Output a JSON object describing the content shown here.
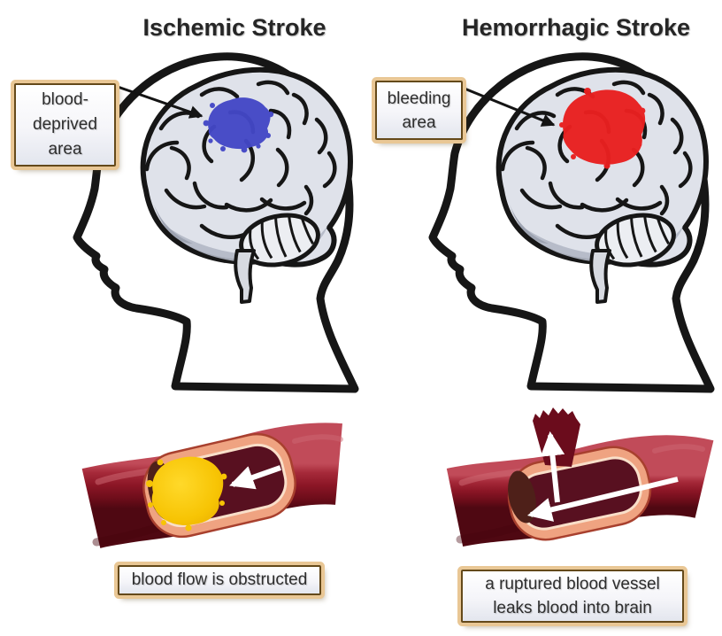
{
  "figure": {
    "left_panel": {
      "title": "Ischemic Stroke",
      "callout_lines": [
        "blood-",
        "deprived",
        "area"
      ],
      "caption_lines": [
        "blood flow is obstructed"
      ],
      "lesion_color": "#4347c6"
    },
    "right_panel": {
      "title": "Hemorrhagic Stroke",
      "callout_lines": [
        "bleeding",
        "area"
      ],
      "caption_lines": [
        "a ruptured blood vessel",
        "leaks blood into brain"
      ],
      "lesion_color": "#e92020"
    },
    "colors": {
      "clot_yellow": "#f7c404",
      "blood_spray_maroon": "#6b0c1c",
      "vessel_lumen_maroon": "#581020",
      "vessel_wall_salmon": "#efa381",
      "box_border_tan": "#e9c795",
      "box_border_brown": "#64491a"
    }
  }
}
